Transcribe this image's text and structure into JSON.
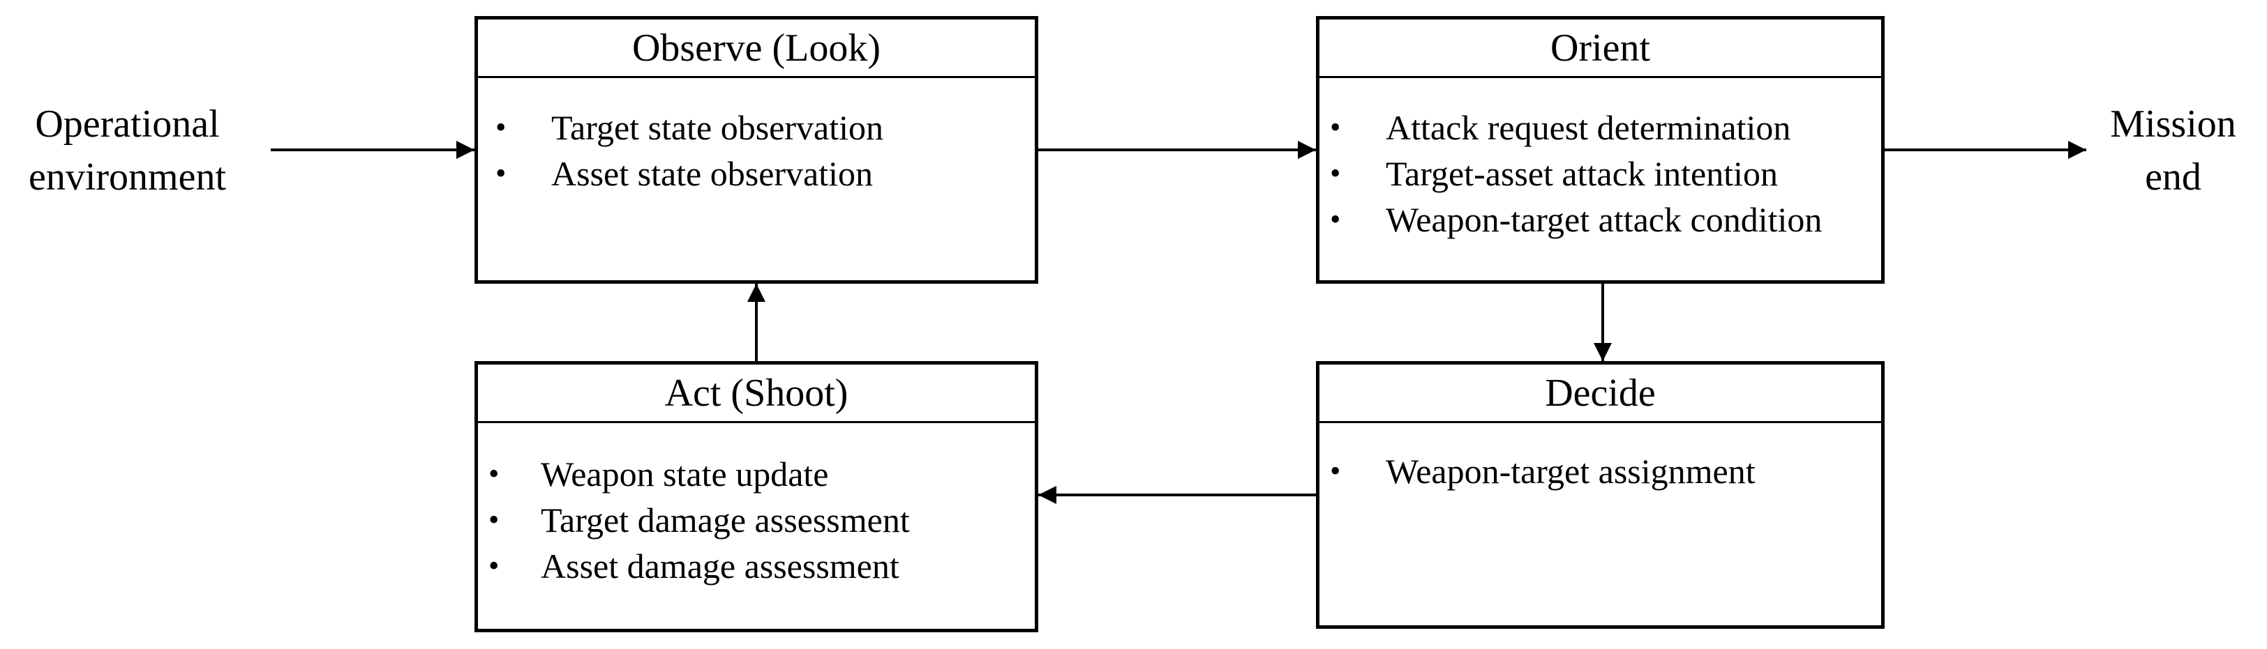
{
  "input_label": {
    "line1": "Operational",
    "line2": "environment"
  },
  "output_label": {
    "line1": "Mission",
    "line2": "end"
  },
  "boxes": {
    "observe": {
      "title": "Observe (Look)",
      "items": [
        "Target state observation",
        "Asset state observation"
      ]
    },
    "orient": {
      "title": "Orient",
      "items": [
        "Attack request determination",
        "Target-asset attack intention",
        "Weapon-target attack condition"
      ]
    },
    "decide": {
      "title": "Decide",
      "items": [
        "Weapon-target assignment"
      ]
    },
    "act": {
      "title": "Act (Shoot)",
      "items": [
        "Weapon state update",
        "Target damage assessment",
        "Asset damage assessment"
      ]
    }
  },
  "colors": {
    "stroke": "#000000",
    "background": "#ffffff"
  }
}
